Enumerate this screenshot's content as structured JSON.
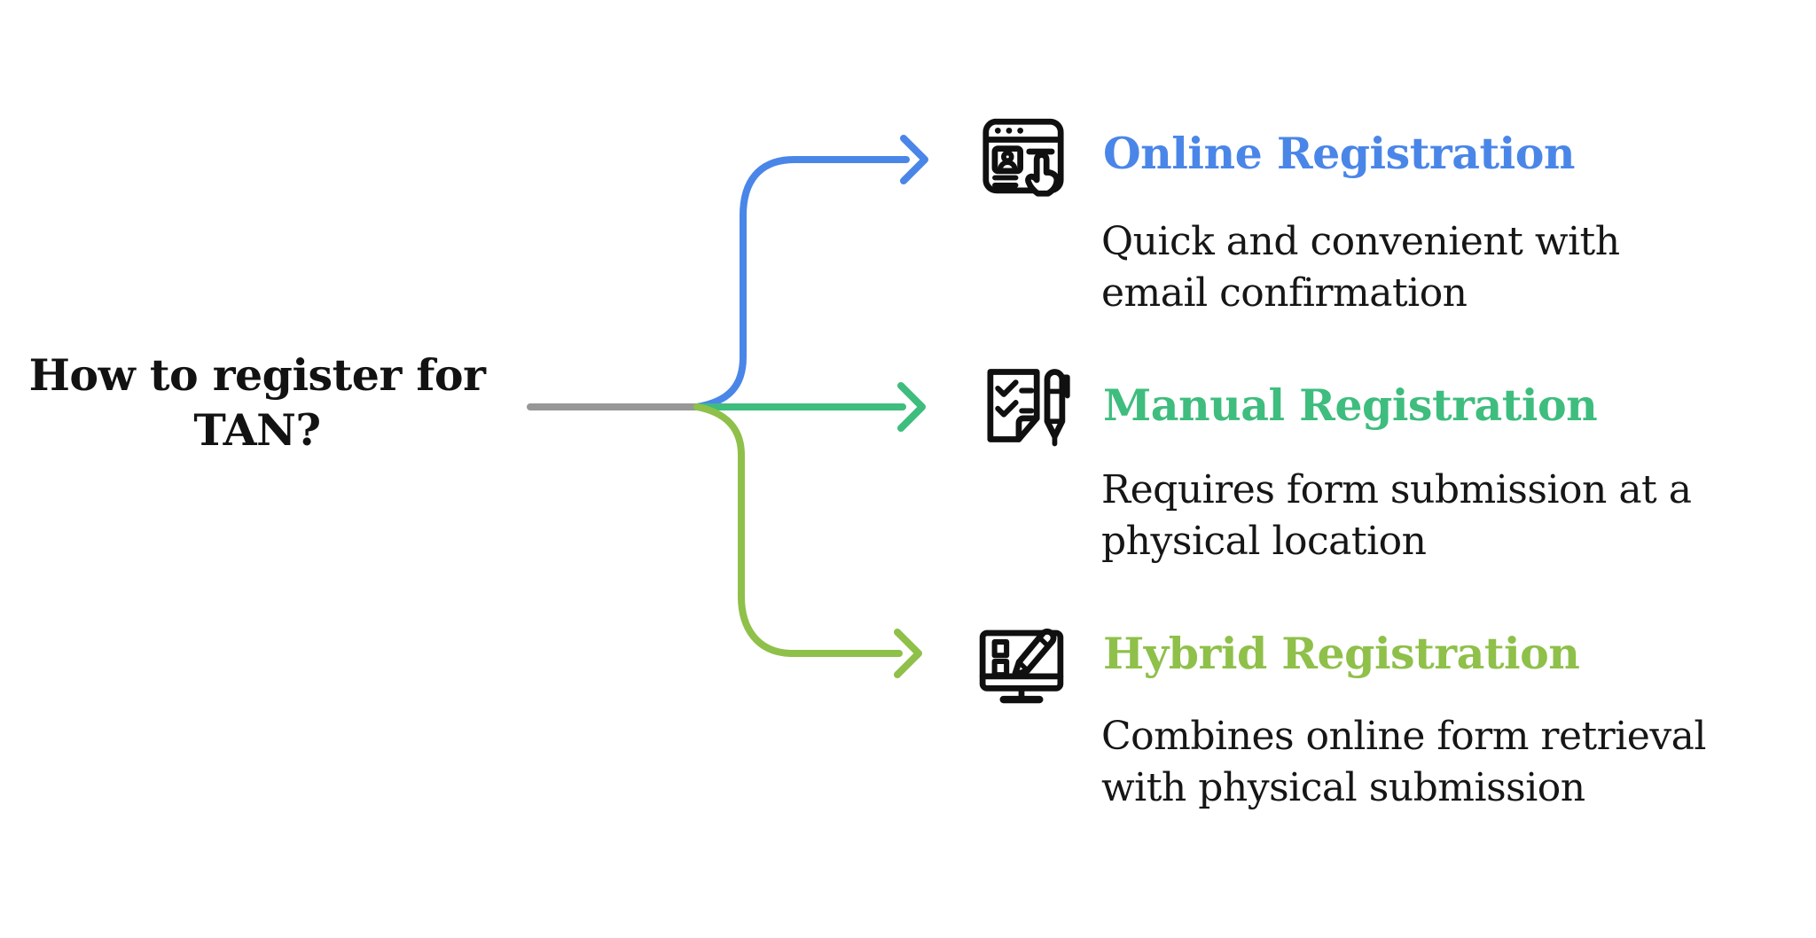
{
  "title_lines": [
    "How to register for",
    "TAN?"
  ],
  "colors": {
    "online": "#4a86e8",
    "manual": "#3ebd7e",
    "hybrid": "#8fc04a",
    "trunk": "#979797",
    "icon_ink": "#101010",
    "body_text": "#161616"
  },
  "branches": [
    {
      "label": "Online Registration",
      "icon": "browser-register-icon",
      "desc_lines": [
        "Quick and convenient with",
        "email confirmation"
      ]
    },
    {
      "label": "Manual Registration",
      "icon": "checklist-pen-icon",
      "desc_lines": [
        "Requires form submission at a",
        "physical location"
      ]
    },
    {
      "label": "Hybrid Registration",
      "icon": "monitor-pencil-icon",
      "desc_lines": [
        "Combines online form retrieval",
        "with physical submission"
      ]
    }
  ]
}
